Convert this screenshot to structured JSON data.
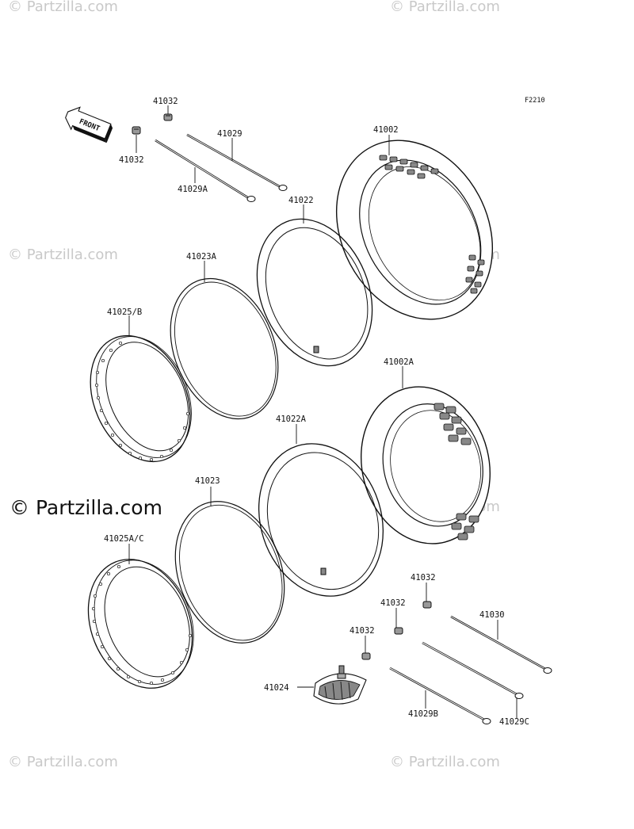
{
  "watermarks": {
    "text": "© Partzilla.com",
    "main": "© Partzilla.com"
  },
  "ref_code": "F2210",
  "front_label": "FRONT",
  "parts": {
    "p41032_a": "41032",
    "p41032_b": "41032",
    "p41029": "41029",
    "p41029a": "41029A",
    "p41002": "41002",
    "p41022": "41022",
    "p41023a": "41023A",
    "p41025b": "41025/B",
    "p41002a": "41002A",
    "p41022a": "41022A",
    "p41023": "41023",
    "p41025ac": "41025A/C",
    "p41032_c": "41032",
    "p41032_d": "41032",
    "p41032_e": "41032",
    "p41030": "41030",
    "p41024": "41024",
    "p41029b": "41029B",
    "p41029c": "41029C"
  }
}
